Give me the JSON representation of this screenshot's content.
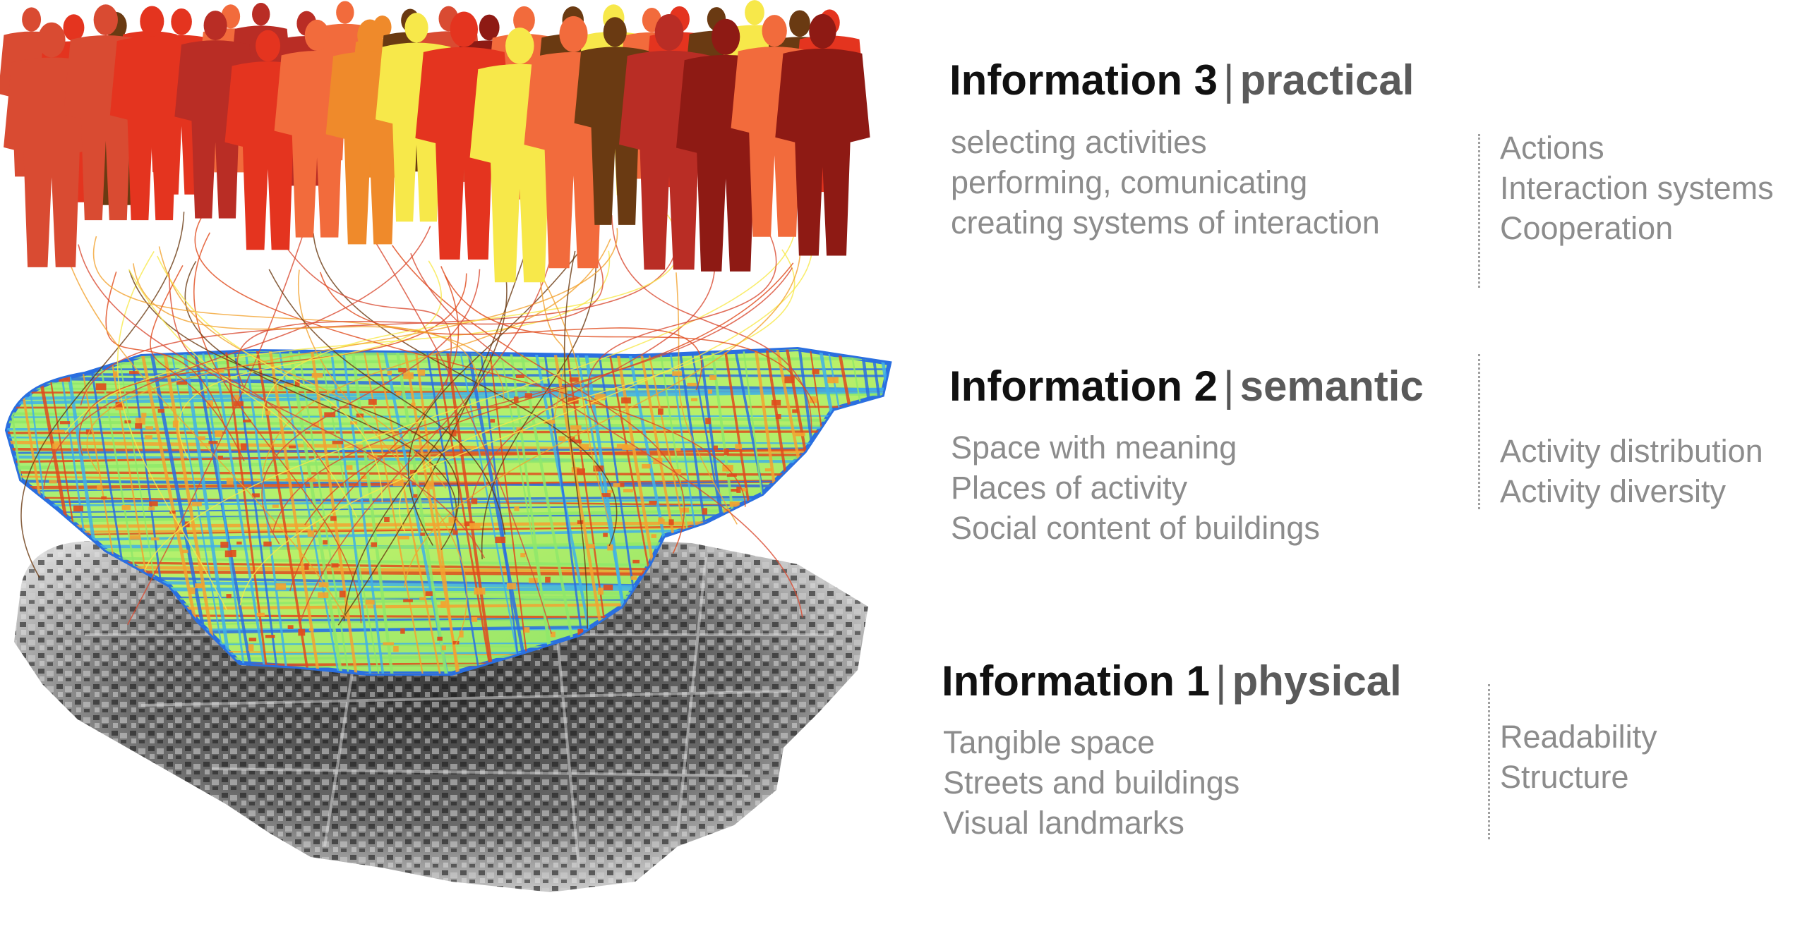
{
  "layers": [
    {
      "heading": "Information 3",
      "separator": "|",
      "kind": "practical",
      "items": [
        "selecting activities",
        "performing, comunicating",
        "creating systems of interaction"
      ],
      "concepts": [
        "Actions",
        "Interaction systems",
        "Cooperation"
      ]
    },
    {
      "heading": "Information 2",
      "separator": "|",
      "kind": "semantic",
      "items": [
        "Space with meaning",
        "Places of activity",
        "Social content of buildings"
      ],
      "concepts": [
        "Activity distribution",
        "Activity diversity"
      ]
    },
    {
      "heading": "Information 1",
      "separator": "|",
      "kind": "physical",
      "items": [
        "Tangible space",
        "Streets and buildings",
        "Visual landmarks"
      ],
      "concepts": [
        "Readability",
        "Structure"
      ]
    }
  ],
  "colors": {
    "people": [
      "#f7e84a",
      "#ef8a2b",
      "#e4341f",
      "#8e1a14",
      "#6a3a12",
      "#f26b3c",
      "#d94b32",
      "#b92d25"
    ],
    "network": [
      "#2a6fe0",
      "#3fb0e8",
      "#8fe86a",
      "#f3a230",
      "#e04a1c"
    ],
    "city": "#4a4a4a"
  }
}
